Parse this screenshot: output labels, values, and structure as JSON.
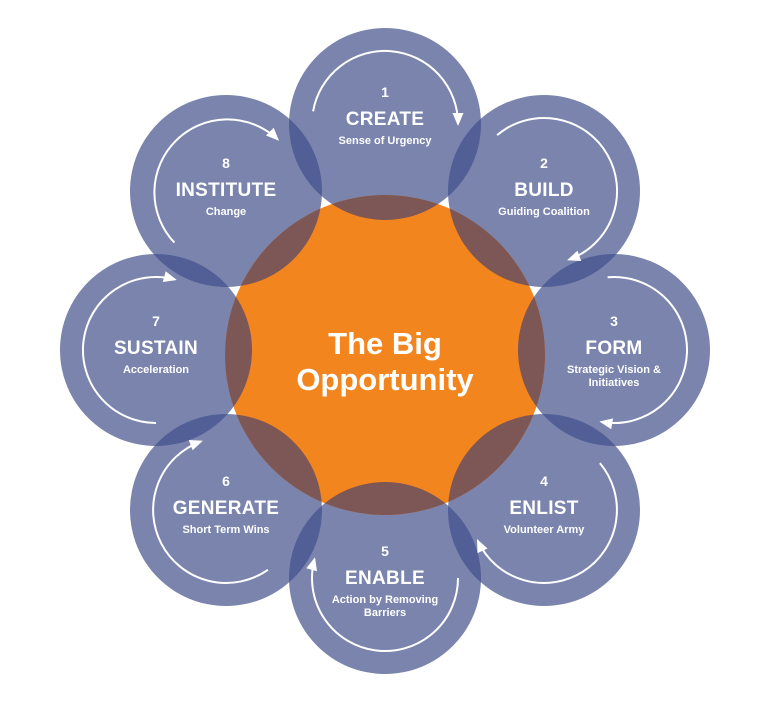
{
  "colors": {
    "circle": "#7a84ad",
    "center": "#f3851f",
    "overlap_center": "#7d5656",
    "overlap_outer": "#525f96",
    "text": "#ffffff"
  },
  "center": {
    "line1": "The Big",
    "line2": "Opportunity"
  },
  "steps": [
    {
      "number": "1",
      "title": "CREATE",
      "subtitle": [
        "Sense of Urgency"
      ]
    },
    {
      "number": "2",
      "title": "BUILD",
      "subtitle": [
        "Guiding Coalition"
      ]
    },
    {
      "number": "3",
      "title": "FORM",
      "subtitle": [
        "Strategic Vision &",
        "Initiatives"
      ]
    },
    {
      "number": "4",
      "title": "ENLIST",
      "subtitle": [
        "Volunteer Army"
      ]
    },
    {
      "number": "5",
      "title": "ENABLE",
      "subtitle": [
        "Action by Removing",
        "Barriers"
      ]
    },
    {
      "number": "6",
      "title": "GENERATE",
      "subtitle": [
        "Short Term Wins"
      ]
    },
    {
      "number": "7",
      "title": "SUSTAIN",
      "subtitle": [
        "Acceleration"
      ]
    },
    {
      "number": "8",
      "title": "INSTITUTE",
      "subtitle": [
        "Change"
      ]
    }
  ]
}
